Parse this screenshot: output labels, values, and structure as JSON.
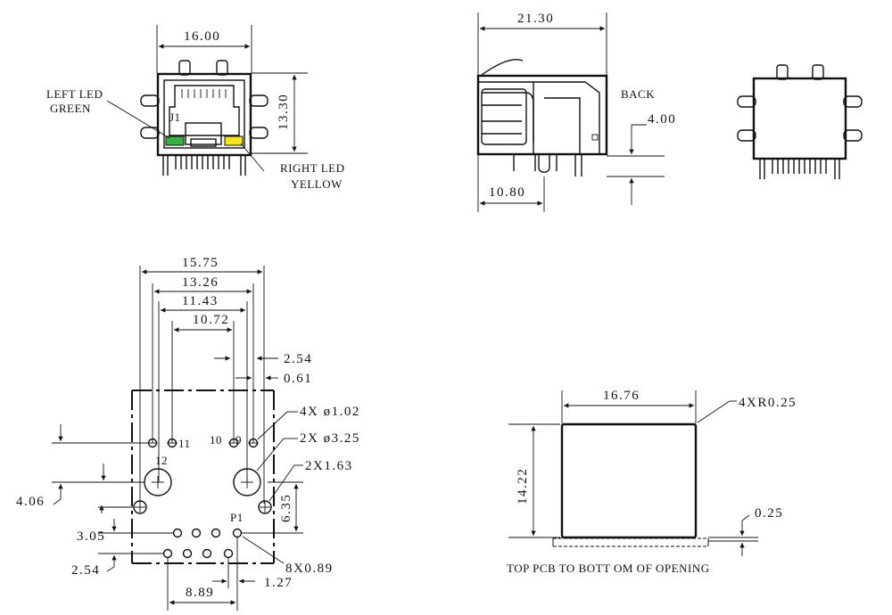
{
  "front_view": {
    "width": "16.00",
    "height": "13.30",
    "left_led_label": "LEFT  LED",
    "left_led_color": "GREEN",
    "right_led_label": "RIGHT  LED",
    "right_led_color": "YELLOW",
    "ref": "J1",
    "green": "#3cb043",
    "yellow": "#f4e51e"
  },
  "side_view": {
    "length": "21.30",
    "depth": "10.80",
    "back_label": "BACK",
    "back_offset": "4.00"
  },
  "footprint": {
    "dims": [
      "15.75",
      "13.26",
      "11.43",
      "10.72",
      "2.54",
      "0.61"
    ],
    "hole_note": "4X ø1.02",
    "mount_note": "2X ø3.25",
    "tab_note": "2X1.63",
    "vertical_dim": "6.35",
    "left_dims": [
      "4.06",
      "3.05",
      "2.54"
    ],
    "pin_labels": [
      "12",
      "11",
      "10",
      "9",
      "P1"
    ],
    "pin_note": "8X0.89",
    "bottom_dims": [
      "8.89",
      "1.27"
    ]
  },
  "cutout": {
    "width": "16.76",
    "height": "14.22",
    "corner_note": "4XR0.25",
    "gap": "0.25",
    "caption": "TOP  PCB  TO  BOTT  OM  OF  OPENING"
  }
}
